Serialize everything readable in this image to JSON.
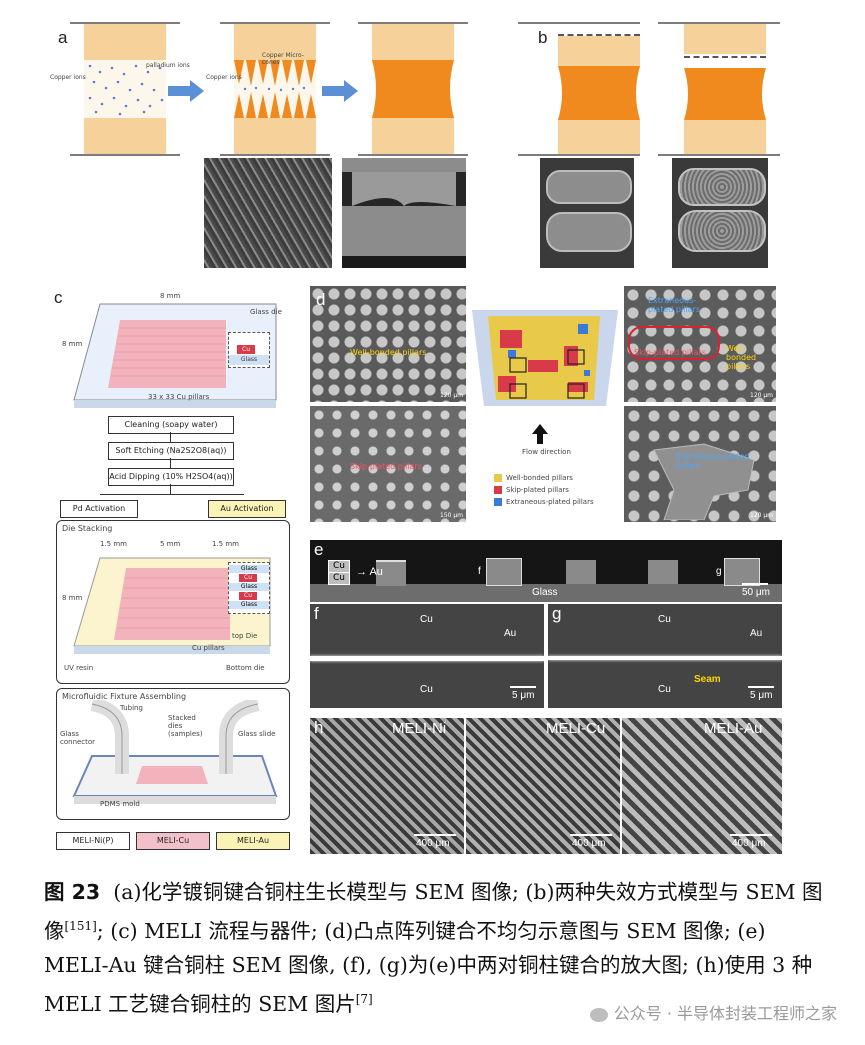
{
  "panels": {
    "a": {
      "label": "a",
      "copper_ions": "Copper ions",
      "palladium_ions": "palladium ions",
      "copper_ions_2": "Copper ions",
      "copper_microcones": "Copper Micro-cones"
    },
    "b": {
      "label": "b"
    },
    "c": {
      "label": "c",
      "die_width": "8 mm",
      "die_height": "8 mm",
      "glass_die": "Glass die",
      "cu": "Cu",
      "glass": "Glass",
      "pillars": "33 x 33 Cu pillars",
      "step1": "Cleaning (soapy water)",
      "step2": "Soft Etching (Na2S2O8(aq))",
      "step3": "Acid Dipping (10% H2SO4(aq))",
      "pd": "Pd Activation",
      "au": "Au Activation",
      "die_stacking": "Die Stacking",
      "d1": "1.5 mm",
      "d2": "5 mm",
      "d3": "1.5 mm",
      "d4": "8 mm",
      "glass_a": "Glass",
      "cu_a": "Cu",
      "glass_b": "Glass",
      "cu_b": "Cu",
      "glass_c": "Glass",
      "top_die": "top Die",
      "cu_pillars": "Cu pillars",
      "uv_resin": "UV resin",
      "bottom_die": "Bottom die",
      "fixture": "Microfluidic Fixture Assembling",
      "tubing": "Tubing",
      "stacked": "Stacked dies (samples)",
      "glass_connector": "Glass connector",
      "glass_slide": "Glass slide",
      "pdms": "PDMS mold",
      "out1": "MELI-Ni(P)",
      "out2": "MELI-Cu",
      "out3": "MELI-Au"
    },
    "d": {
      "label": "d",
      "well": "Well-bonded pillars",
      "skip": "Skip-plated pillars",
      "flow": "Flow direction",
      "legend1": "Well-bonded pillars",
      "legend2": "Skip-plated pillars",
      "legend3": "Extraneous-plated pillars",
      "extraneous1": "Extraneous-plated pillars",
      "skip2": "Skip-plated pillars",
      "well2": "Well-bonded pillars",
      "extraneous2": "Extraneous-plated pillars",
      "sb1": "120 μm",
      "sb2": "150 μm",
      "sb3": "120 μm",
      "sb4": "120 μm"
    },
    "e": {
      "label": "e",
      "cu1": "Cu",
      "cu2": "Cu",
      "au": "Au",
      "f": "f",
      "g": "g",
      "glass": "Glass",
      "scale": "50 μm"
    },
    "f": {
      "label": "f",
      "cu_top": "Cu",
      "au": "Au",
      "cu_bot": "Cu",
      "scale": "5 μm"
    },
    "g": {
      "label": "g",
      "cu_top": "Cu",
      "au": "Au",
      "seam": "Seam",
      "cu_bot": "Cu",
      "scale": "5 μm"
    },
    "h": {
      "label": "h",
      "t1": "MELI-Ni",
      "t2": "MELI-Cu",
      "t3": "MELI-Au",
      "s1": "400 μm",
      "s2": "400 μm",
      "s3": "400 μm"
    }
  },
  "caption": {
    "fig": "图 23",
    "text": "(a)化学镀铜键合铜柱生长模型与 SEM 图像; (b)两种失效方式模型与 SEM 图像",
    "ref1": "[151]",
    "text2": "; (c) MELI 流程与器件; (d)凸点阵列键合不均匀示意图与 SEM 图像; (e) MELI-Au 键合铜柱 SEM 图像, (f), (g)为(e)中两对铜柱键合的放大图; (h)使用 3 种 MELI 工艺键合铜柱的 SEM 图片",
    "ref2": "[7]"
  },
  "watermark": "公众号 · 半导体封装工程师之家",
  "colors": {
    "pillar": "#f6d29a",
    "orange": "#f0891e",
    "arrow": "#5b8fd6",
    "sem": "#555555",
    "pink": "#f2c1c8",
    "yellow": "#fbf2b5"
  }
}
